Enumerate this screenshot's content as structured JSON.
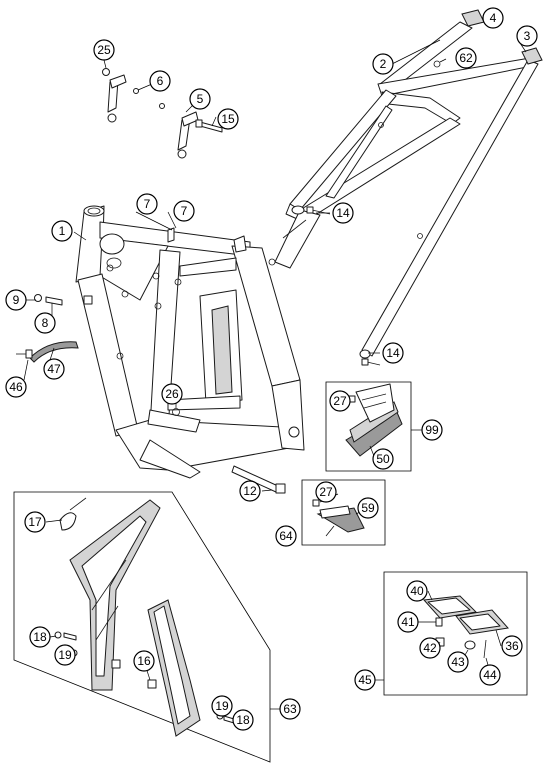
{
  "diagram": {
    "callouts": [
      {
        "id": "c1",
        "text": "1"
      },
      {
        "id": "c2",
        "text": "2"
      },
      {
        "id": "c3",
        "text": "3"
      },
      {
        "id": "c4",
        "text": "4"
      },
      {
        "id": "c5",
        "text": "5"
      },
      {
        "id": "c6",
        "text": "6"
      },
      {
        "id": "c7a",
        "text": "7"
      },
      {
        "id": "c7b",
        "text": "7"
      },
      {
        "id": "c8",
        "text": "8"
      },
      {
        "id": "c9",
        "text": "9"
      },
      {
        "id": "c12",
        "text": "12"
      },
      {
        "id": "c14a",
        "text": "14"
      },
      {
        "id": "c14b",
        "text": "14"
      },
      {
        "id": "c15",
        "text": "15"
      },
      {
        "id": "c16",
        "text": "16"
      },
      {
        "id": "c17",
        "text": "17"
      },
      {
        "id": "c18a",
        "text": "18"
      },
      {
        "id": "c18b",
        "text": "18"
      },
      {
        "id": "c19a",
        "text": "19"
      },
      {
        "id": "c19b",
        "text": "19"
      },
      {
        "id": "c25",
        "text": "25"
      },
      {
        "id": "c26",
        "text": "26"
      },
      {
        "id": "c27a",
        "text": "27"
      },
      {
        "id": "c27b",
        "text": "27"
      },
      {
        "id": "c36",
        "text": "36"
      },
      {
        "id": "c40",
        "text": "40"
      },
      {
        "id": "c41",
        "text": "41"
      },
      {
        "id": "c42",
        "text": "42"
      },
      {
        "id": "c43",
        "text": "43"
      },
      {
        "id": "c44",
        "text": "44"
      },
      {
        "id": "c45",
        "text": "45"
      },
      {
        "id": "c46",
        "text": "46"
      },
      {
        "id": "c47",
        "text": "47"
      },
      {
        "id": "c50",
        "text": "50"
      },
      {
        "id": "c59",
        "text": "59"
      },
      {
        "id": "c62",
        "text": "62"
      },
      {
        "id": "c63",
        "text": "63"
      },
      {
        "id": "c64",
        "text": "64"
      },
      {
        "id": "c99",
        "text": "99"
      }
    ]
  }
}
